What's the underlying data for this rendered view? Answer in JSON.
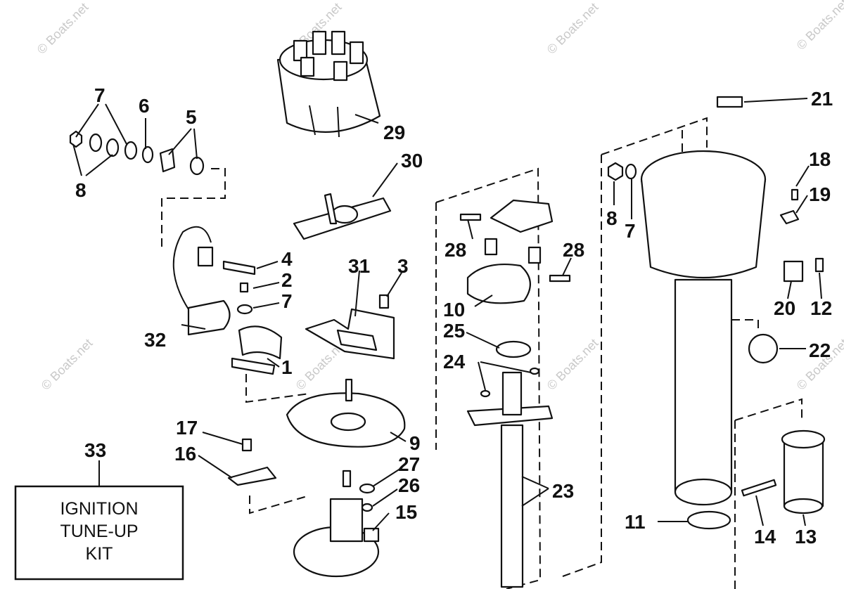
{
  "watermark": "© Boats.net",
  "kit_box": {
    "number": "33",
    "lines": [
      "IGNITION",
      "TUNE-UP",
      "KIT"
    ]
  },
  "callouts": {
    "c1": "1",
    "c2": "2",
    "c3": "3",
    "c4": "4",
    "c5": "5",
    "c6": "6",
    "c7a": "7",
    "c7b": "7",
    "c7c": "7",
    "c8a": "8",
    "c8b": "8",
    "c9": "9",
    "c10": "10",
    "c11": "11",
    "c12": "12",
    "c13": "13",
    "c14": "14",
    "c15": "15",
    "c16": "16",
    "c17": "17",
    "c18": "18",
    "c19": "19",
    "c20": "20",
    "c21": "21",
    "c22": "22",
    "c23": "23",
    "c24": "24",
    "c25": "25",
    "c26": "26",
    "c27": "27",
    "c28a": "28",
    "c28b": "28",
    "c29": "29",
    "c30": "30",
    "c31": "31",
    "c32": "32"
  },
  "colors": {
    "ink": "#111111",
    "watermark": "#c9c9c9",
    "background": "#ffffff"
  }
}
